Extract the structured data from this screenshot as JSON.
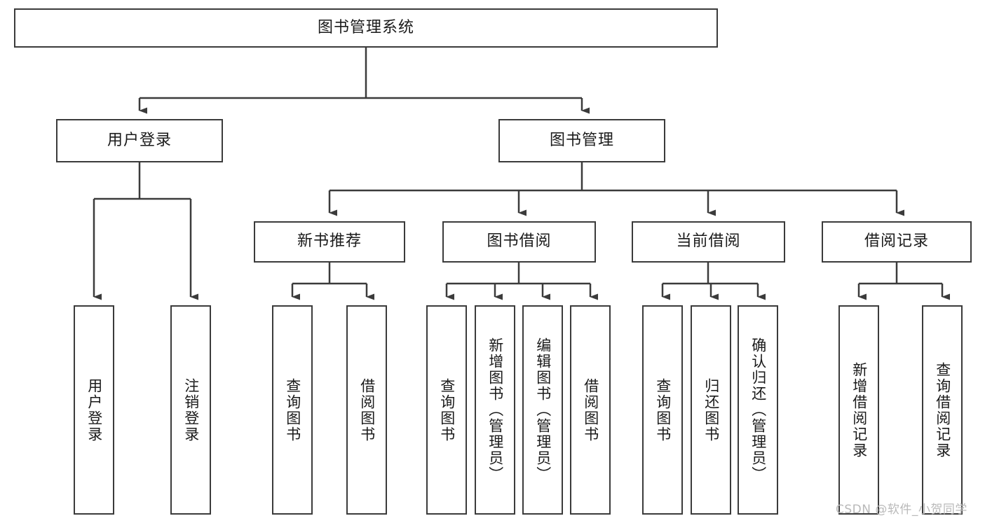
{
  "diagram": {
    "title": "图书管理系统",
    "type": "hierarchy-tree",
    "root": {
      "label": "图书管理系统"
    },
    "level2": [
      {
        "label": "用户登录"
      },
      {
        "label": "图书管理"
      }
    ],
    "level3": [
      {
        "label": "新书推荐"
      },
      {
        "label": "图书借阅"
      },
      {
        "label": "当前借阅"
      },
      {
        "label": "借阅记录"
      }
    ],
    "leaves": {
      "user_login": [
        {
          "label": "用户登录"
        },
        {
          "label": "注销登录"
        }
      ],
      "new_book_recommend": [
        {
          "label": "查询图书"
        },
        {
          "label": "借阅图书"
        }
      ],
      "book_borrow": [
        {
          "label": "查询图书"
        },
        {
          "label": "新增图书（管理员）"
        },
        {
          "label": "编辑图书（管理员）"
        },
        {
          "label": "借阅图书"
        }
      ],
      "current_borrow": [
        {
          "label": "查询图书"
        },
        {
          "label": "归还图书"
        },
        {
          "label": "确认归还（管理员）"
        }
      ],
      "borrow_record": [
        {
          "label": "新增借阅记录"
        },
        {
          "label": "查询借阅记录"
        }
      ]
    }
  },
  "watermark": {
    "text": "CSDN @软件_小贺同学"
  },
  "colors": {
    "stroke": "#3b3b3b",
    "fill": "#ffffff",
    "text": "#1a1a1a",
    "watermark": "#b9b9b9"
  }
}
